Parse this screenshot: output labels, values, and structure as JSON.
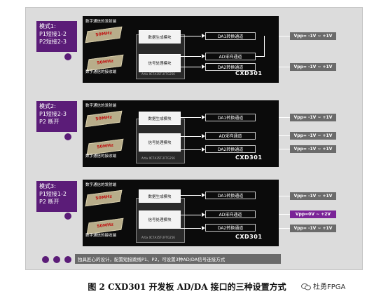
{
  "sections": [
    {
      "mode": [
        "模式1:",
        "P1短接1-2",
        "P2短接2-3"
      ],
      "tx_label": "数字通信的发射端",
      "rx_label": "数字通信的接收端",
      "chip_top": "50MHz",
      "chip_bot": "50MHz",
      "module_top": "数据生成模块",
      "module_bot": "信号处理模块",
      "fpga": "Artix XC7A35T-2FTG256",
      "channels": [
        "DA1转换通道",
        "AD采样通道",
        "DA2转换通道"
      ],
      "model": "CXD301",
      "vpp": [
        "Vpp= -1V ~ +1V",
        "Vpp= -1V ~ +1V"
      ]
    },
    {
      "mode": [
        "模式2:",
        "P1短接2-3",
        "P2 断开"
      ],
      "tx_label": "数字通信的发射端",
      "rx_label": "数字通信的接收端",
      "chip_top": "50MHz",
      "chip_bot": "50MHz",
      "module_top": "数据生成模块",
      "module_bot": "信号处理模块",
      "fpga": "Artix XC7A35T-2FTG256",
      "channels": [
        "DA1转换通道",
        "AD采样通道",
        "DA2转换通道"
      ],
      "model": "CXD301",
      "vpp": [
        "Vpp= -1V ~ +1V",
        "Vpp= -1V ~ +1V",
        "Vpp= -1V ~ +1V"
      ]
    },
    {
      "mode": [
        "模式3:",
        "P1短接1-2",
        "P2 断开"
      ],
      "tx_label": "数字通信的发射端",
      "rx_label": "数字通信的接收端",
      "chip_top": "50MHz",
      "chip_bot": "50MHz",
      "module_top": "数据生成模块",
      "module_bot": "信号处理模块",
      "fpga": "Artix XC7A35T-2FTG256",
      "channels": [
        "DA1转换通道",
        "AD采样通道",
        "DA2转换通道"
      ],
      "model": "CXD301",
      "vpp": [
        "Vpp= -1V ~ +1V",
        "Vpp=0V ~ +2V",
        "Vpp= -1V ~ +1V"
      ]
    }
  ],
  "bottom_note": "独具匠心的设计，配置短接跳线P1、P2，可设置3种AD/DA信号连接方式",
  "caption": "图 2 CXD301 开发板 AD/DA 接口的三种设置方式",
  "brand": "杜勇FPGA",
  "colors": {
    "purple": "#5b1c78",
    "highlight_vpp": "#7a2497"
  }
}
